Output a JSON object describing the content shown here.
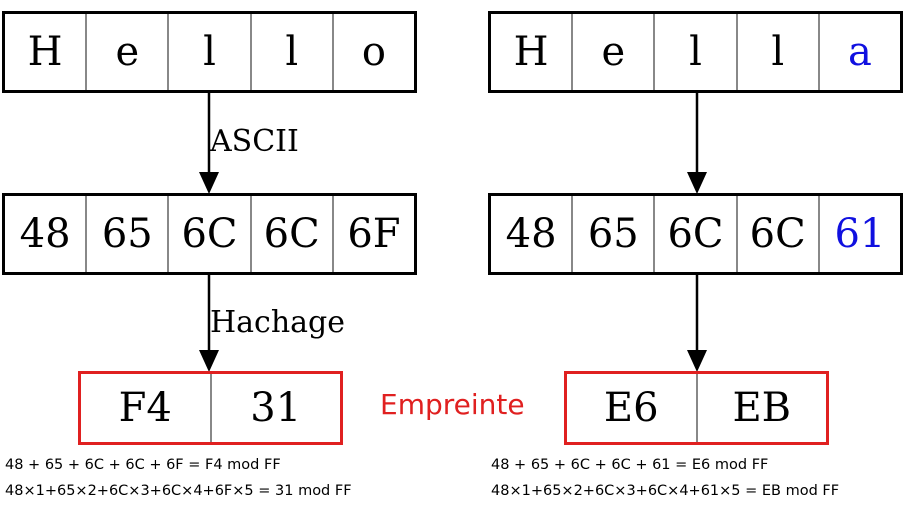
{
  "left": {
    "chars": [
      "H",
      "e",
      "l",
      "l",
      "o"
    ],
    "hex": [
      "48",
      "65",
      "6C",
      "6C",
      "6F"
    ],
    "hash": [
      "F4",
      "31"
    ],
    "label_ascii": "ASCII",
    "label_hash": "Hachage",
    "eq1": "48 + 65 + 6C + 6C + 6F = F4 mod FF",
    "eq2": "48×1+65×2+6C×3+6C×4+6F×5 = 31 mod FF"
  },
  "right": {
    "chars": [
      "H",
      "e",
      "l",
      "l",
      "a"
    ],
    "hex": [
      "48",
      "65",
      "6C",
      "6C",
      "61"
    ],
    "hash": [
      "E6",
      "EB"
    ],
    "eq1": "48 + 65 + 6C + 6C + 61 = E6 mod FF",
    "eq2": "48×1+65×2+6C×3+6C×4+61×5 = EB mod FF"
  },
  "empreinte_label": "Empreinte",
  "colors": {
    "highlight": "#1010e0",
    "hash_box": "#e02020"
  }
}
